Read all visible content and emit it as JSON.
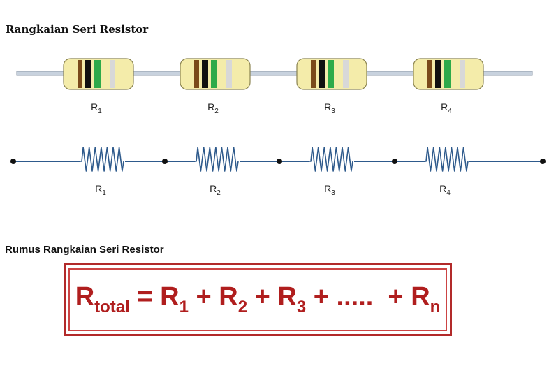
{
  "titles": {
    "series": "Rangkaian Seri Resistor",
    "formula": "Rumus Rangkaian Seri Resistor"
  },
  "resistors": [
    {
      "label": "R",
      "sub": "1"
    },
    {
      "label": "R",
      "sub": "2"
    },
    {
      "label": "R",
      "sub": "3"
    },
    {
      "label": "R",
      "sub": "4"
    }
  ],
  "colors": {
    "resistor_body": "#f4ecaa",
    "band_brown": "#7a4a1a",
    "band_black": "#111111",
    "band_green": "#2eaa4a",
    "band_tolerance": "#d8d8d8",
    "lead": "#c8d2de",
    "wire": "#2e5a8c",
    "formula": "#b01e1e"
  },
  "formula": {
    "lhs": "R",
    "lhs_sub": "total",
    "eq": "=",
    "terms": [
      {
        "label": "R",
        "sub": "1"
      },
      {
        "label": "R",
        "sub": "2"
      },
      {
        "label": "R",
        "sub": "3"
      }
    ],
    "ellipsis": ".....",
    "last": {
      "label": "R",
      "sub": "n"
    }
  }
}
